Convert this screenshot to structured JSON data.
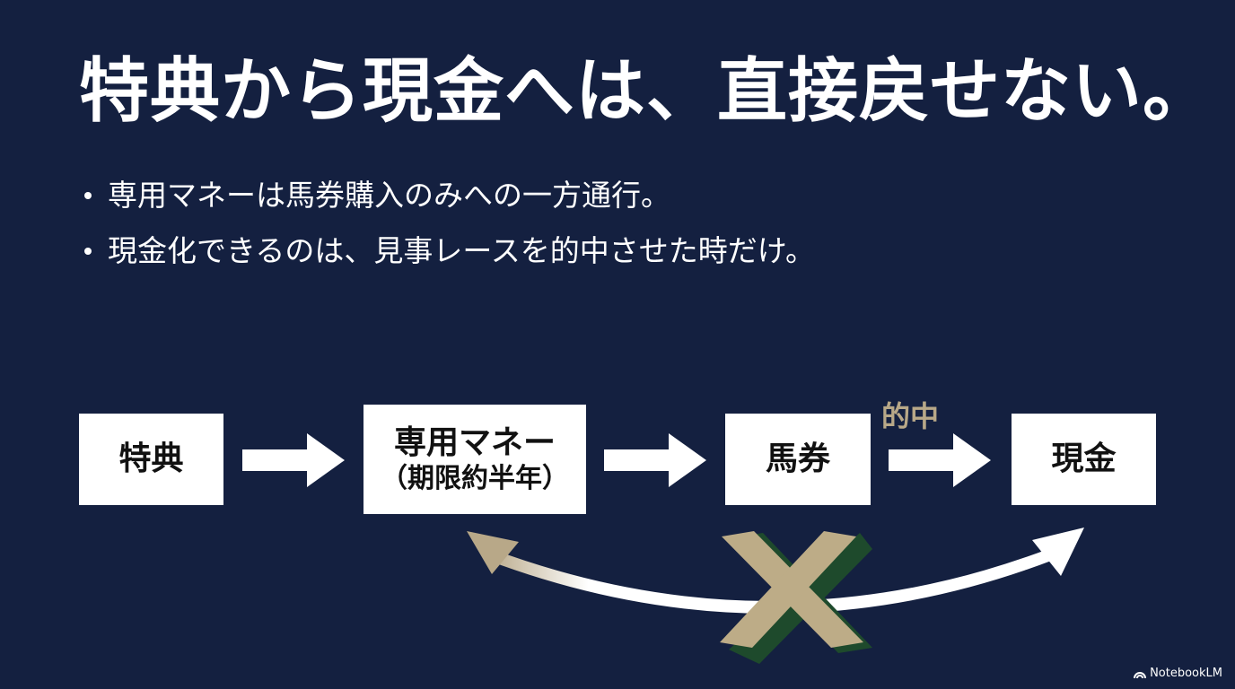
{
  "title": "特典から現金へは、直接戻せない。",
  "bullets": [
    "専用マネーは馬券購入のみへの一方通行。",
    "現金化できるのは、見事レースを的中させた時だけ。"
  ],
  "flow": {
    "step1": "特典",
    "step2_main": "専用マネー",
    "step2_sub": "（期限約半年）",
    "step3": "馬券",
    "step4": "現金",
    "arrow_label": "的中"
  },
  "brand": "NotebookLM",
  "colors": {
    "background": "#142040",
    "accent_tan": "#b8a888",
    "cross_green": "#1e4a2c"
  }
}
